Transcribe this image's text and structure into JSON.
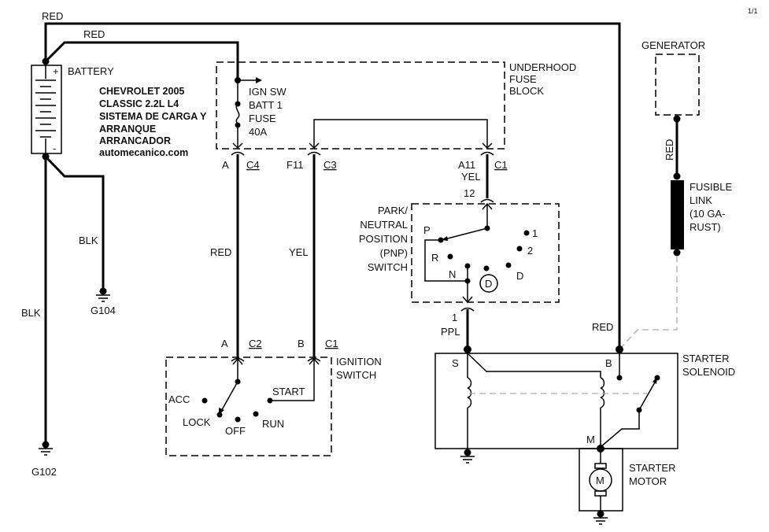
{
  "page_indicator": "1/1",
  "title_block": {
    "lines": [
      "CHEVROLET 2005",
      "CLASSIC 2.2L L4",
      "SISTEMA DE CARGA Y",
      "ARRANQUE",
      "ARRANCADOR"
    ],
    "website": "automecanico.com"
  },
  "components": {
    "battery": {
      "label": "BATTERY",
      "plus": "+",
      "minus": "-"
    },
    "fuse_block": {
      "lines": [
        "UNDERHOOD",
        "FUSE",
        "BLOCK"
      ]
    },
    "fuse": {
      "ign_label": "IGN SW",
      "lines": [
        "BATT 1",
        "FUSE",
        "40A"
      ]
    },
    "generator": {
      "label": "GENERATOR"
    },
    "fusible_link": {
      "lines": [
        "FUSIBLE",
        "LINK",
        "(10 GA-",
        "RUST)"
      ]
    },
    "pnp_switch": {
      "lines": [
        "PARK/",
        "NEUTRAL",
        "POSITION",
        "(PNP)",
        "SWITCH"
      ],
      "positions": [
        "P",
        "R",
        "N",
        "D",
        "2",
        "1"
      ],
      "circled": "D"
    },
    "ignition_switch": {
      "lines": [
        "IGNITION",
        "SWITCH"
      ],
      "positions": [
        "ACC",
        "LOCK",
        "OFF",
        "RUN",
        "START"
      ]
    },
    "starter_solenoid": {
      "lines": [
        "STARTER",
        "SOLENOID"
      ],
      "terminals": [
        "S",
        "B",
        "M"
      ]
    },
    "starter_motor": {
      "lines": [
        "STARTER",
        "MOTOR"
      ],
      "symbol": "M"
    }
  },
  "wires": {
    "battery_main_red": "RED",
    "battery_fuse_red": "RED",
    "ground_blk_g104": "BLK",
    "ground_blk_g102": "BLK",
    "fuse_to_ign_red": "RED",
    "ign_to_fuse_yel": "YEL",
    "fuse_to_pnp_yel": "YEL",
    "pnp_to_solenoid_ppl": "PPL",
    "generator_red": "RED",
    "solenoid_b_red": "RED"
  },
  "connectors": {
    "c4": {
      "pin": "A",
      "id": "C4"
    },
    "c3": {
      "pin": "F11",
      "id": "C3"
    },
    "c1_fuse": {
      "pin": "A11",
      "id": "C1"
    },
    "pnp_in": {
      "pin": "12"
    },
    "pnp_out": {
      "pin": "1"
    },
    "c2_ign": {
      "pin": "A",
      "id": "C2"
    },
    "c1_ign": {
      "pin": "B",
      "id": "C1"
    }
  },
  "grounds": [
    "G104",
    "G102"
  ]
}
